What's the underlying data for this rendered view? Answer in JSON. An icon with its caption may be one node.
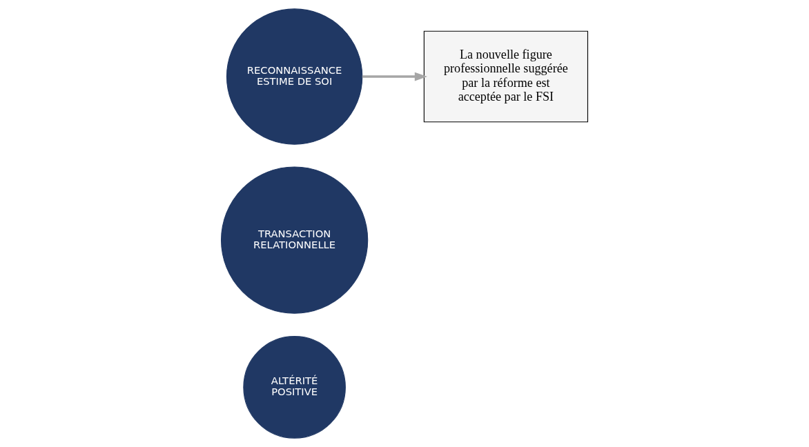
{
  "diagram": {
    "nodes": [
      {
        "text": [
          "ALTÉRITÉ POSITIVE"
        ]
      },
      {
        "text": [
          "TRANSACTION RELATIONNELLE"
        ]
      },
      {
        "text": [
          "RECONNAISSANCE ESTIME DE SOI"
        ]
      },
      {
        "text": [
          "La nouvelle figure professionnelle suggérée par la réforme est acceptée par le FSI"
        ]
      }
    ],
    "edges": [
      {
        "from": 2,
        "to": 3,
        "arrow": "to",
        "color": "#a6a6a6"
      }
    ]
  }
}
